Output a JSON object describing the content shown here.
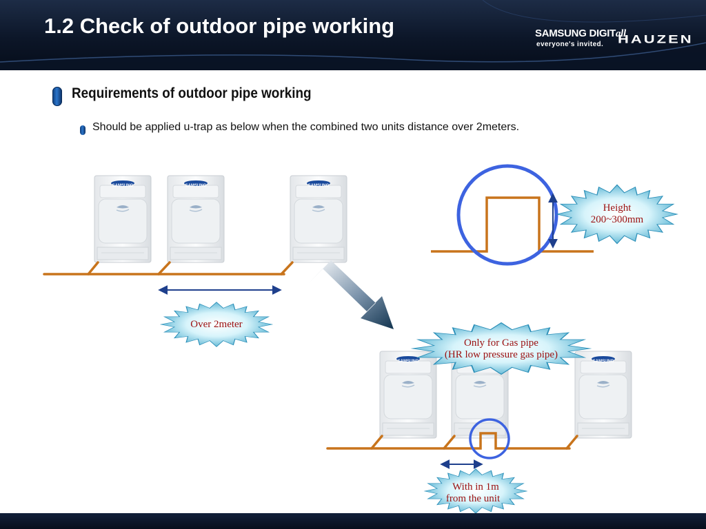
{
  "slide": {
    "title": "1.2 Check of outdoor pipe working",
    "heading": "Requirements of outdoor pipe working",
    "description": "Should be applied u-trap as below when the combined two units distance over 2meters."
  },
  "brand": {
    "samsung_main": "SAMSUNG DIGIT",
    "samsung_all": "all",
    "tagline": "everyone's invited.",
    "hauzen": "HAUZEN"
  },
  "units": {
    "logo_text": "SAMSUNG"
  },
  "labels": {
    "over_2meter": "Over 2meter",
    "height_line1": "Height",
    "height_line2": "200~300mm",
    "gas_line1": "Only for Gas pipe",
    "gas_line2": "(HR low pressure gas pipe)",
    "within_line1": "With in 1m",
    "within_line2": "from the unit"
  },
  "colors": {
    "pipe": "#c8741c",
    "circle": "#3d63e0",
    "arrow": "#1e3f8c",
    "burst_text": "#9b0f0f"
  }
}
